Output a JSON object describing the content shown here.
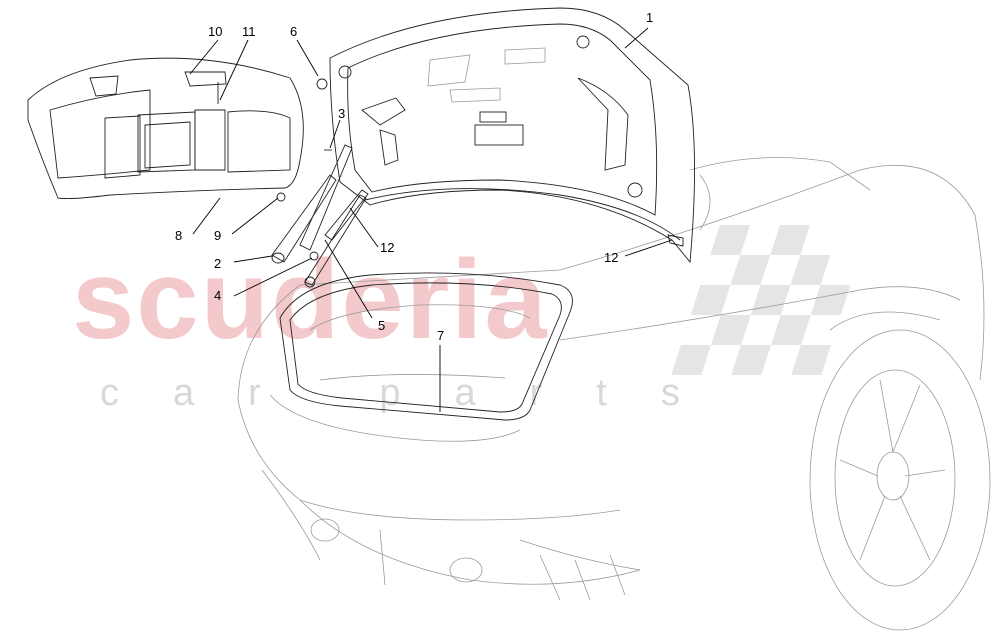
{
  "watermark": {
    "main": "scuderia",
    "sub": "car parts"
  },
  "callouts": [
    {
      "id": "1",
      "label": "1"
    },
    {
      "id": "2",
      "label": "2"
    },
    {
      "id": "3",
      "label": "3"
    },
    {
      "id": "4",
      "label": "4"
    },
    {
      "id": "5",
      "label": "5"
    },
    {
      "id": "6",
      "label": "6"
    },
    {
      "id": "7",
      "label": "7"
    },
    {
      "id": "8",
      "label": "8"
    },
    {
      "id": "9",
      "label": "9"
    },
    {
      "id": "10",
      "label": "10"
    },
    {
      "id": "11",
      "label": "11"
    },
    {
      "id": "12a",
      "label": "12"
    },
    {
      "id": "12b",
      "label": "12"
    }
  ],
  "colors": {
    "watermark_main": "#f0b8bc",
    "watermark_sub": "#d8d8d8",
    "line": "#222222"
  }
}
